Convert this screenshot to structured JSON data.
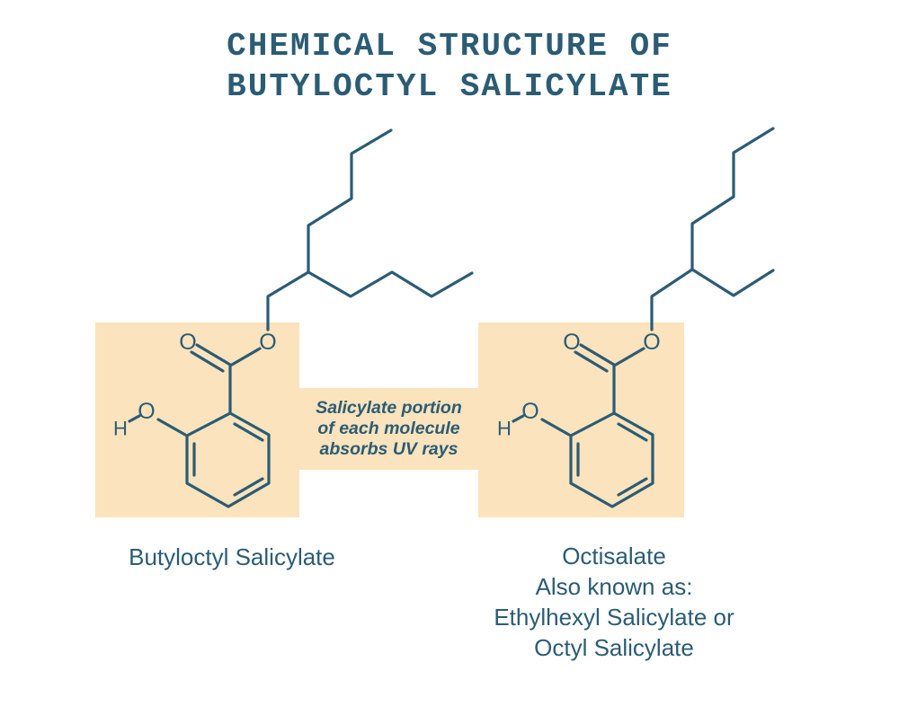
{
  "title": {
    "line1": "CHEMICAL STRUCTURE OF",
    "line2": "BUTYLOCTYL SALICYLATE"
  },
  "caption": {
    "lines": [
      "Salicylate portion",
      "of each molecule",
      "absorbs UV rays"
    ]
  },
  "molecules": {
    "left": {
      "label": "Butyloctyl Salicylate",
      "atoms": {
        "carbonyl_o": "O",
        "ester_o": "O",
        "hydroxyl_o": "O",
        "hydroxyl_h": "H"
      }
    },
    "right": {
      "label_lines": [
        "Octisalate",
        "Also known as:",
        "Ethylhexyl Salicylate or",
        "Octyl Salicylate"
      ],
      "atoms": {
        "carbonyl_o": "O",
        "ester_o": "O",
        "hydroxyl_o": "O",
        "hydroxyl_h": "H"
      }
    }
  },
  "colors": {
    "teal": "#2B5C74",
    "highlight": "#FBE3BD",
    "background": "#FFFFFF"
  }
}
